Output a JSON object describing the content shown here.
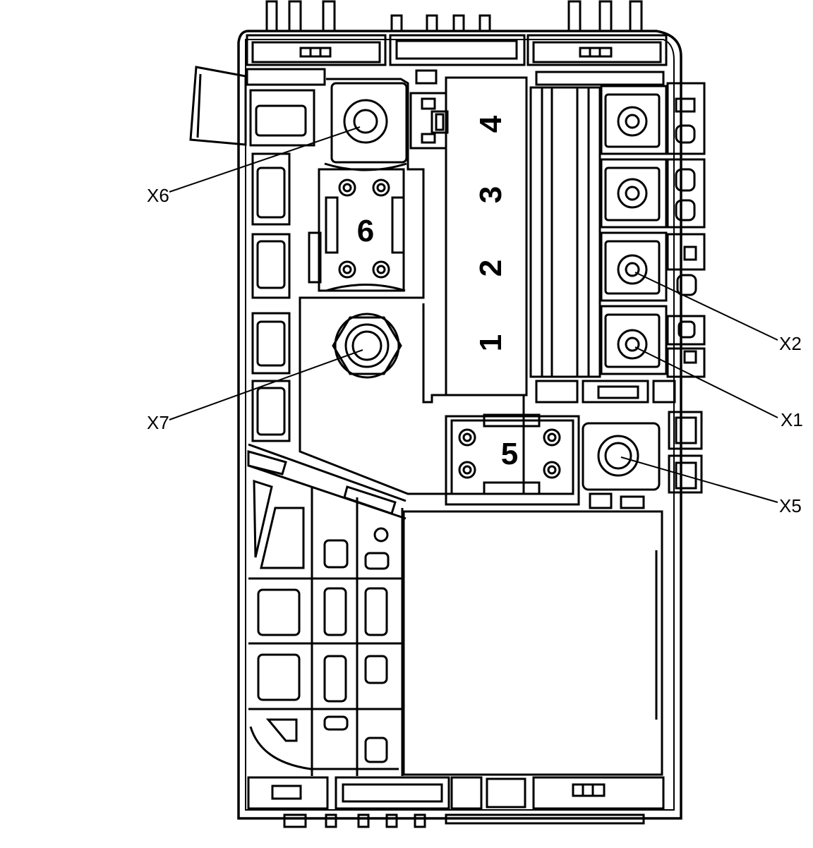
{
  "diagram": {
    "callouts": {
      "x1": "X1",
      "x2": "X2",
      "x5": "X5",
      "x6": "X6",
      "x7": "X7"
    },
    "slots": {
      "s1": "1",
      "s2": "2",
      "s3": "3",
      "s4": "4",
      "s5": "5",
      "s6": "6"
    },
    "stroke_color": "#000000",
    "fill_color": "#ffffff"
  }
}
